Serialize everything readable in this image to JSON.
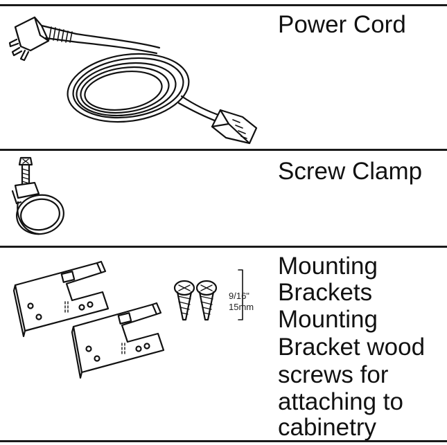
{
  "parts": [
    {
      "label": "Power Cord",
      "icon": "power-cord-icon"
    },
    {
      "label": "Screw Clamp",
      "icon": "screw-clamp-icon"
    },
    {
      "label_lines": [
        "Mounting",
        "Brackets",
        "Mounting",
        "Bracket wood",
        "screws for",
        "attaching to",
        "cabinetry"
      ],
      "icon": "mounting-brackets-icon",
      "dimension_inch": "9/16\"",
      "dimension_mm": "15mm"
    }
  ],
  "colors": {
    "ink": "#111111",
    "rule": "#1a1a1a",
    "background": "#ffffff"
  }
}
